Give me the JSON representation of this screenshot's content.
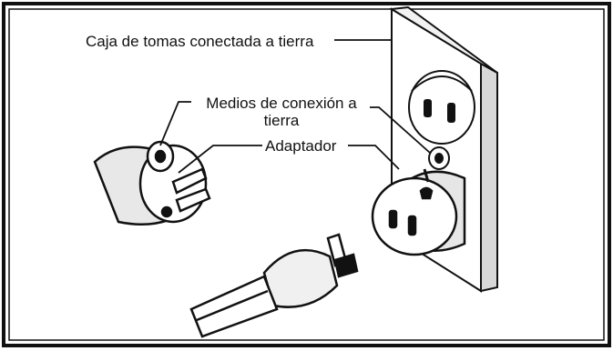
{
  "labels": {
    "outlet_box": "Caja de tomas conectada a tierra",
    "grounding_means_line1": "Medios de conexión a",
    "grounding_means_line2": "tierra",
    "adapter": "Adaptador"
  },
  "colors": {
    "ink": "#111111",
    "background": "#ffffff"
  }
}
